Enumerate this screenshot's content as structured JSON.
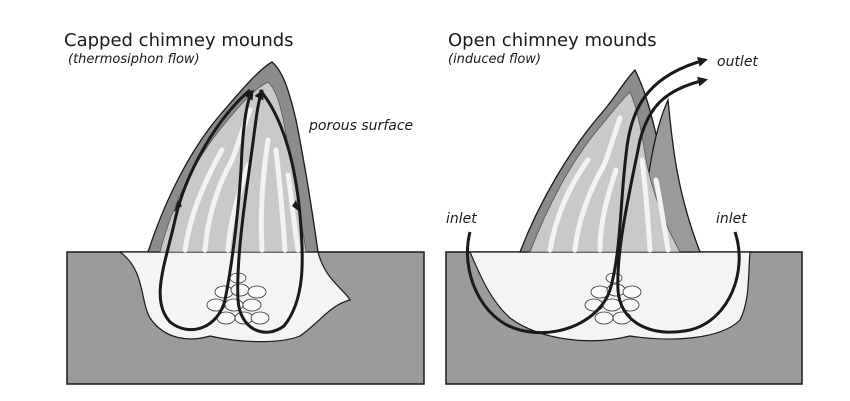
{
  "left_panel": {
    "title": "Capped chimney mounds",
    "subtitle": "(thermosiphon flow)",
    "label_porous": "porous surface"
  },
  "right_panel": {
    "title": "Open chimney mounds",
    "subtitle": "(induced flow)",
    "label_outlet": "outlet",
    "label_inlet_left": "inlet",
    "label_inlet_right": "inlet"
  },
  "colors": {
    "ground": "#9b9b9b",
    "mound_shell": "#8c8c8c",
    "mound_inner": "#c9c9c9",
    "channel": "#f2f2f2",
    "outline": "#1a1a1a"
  }
}
